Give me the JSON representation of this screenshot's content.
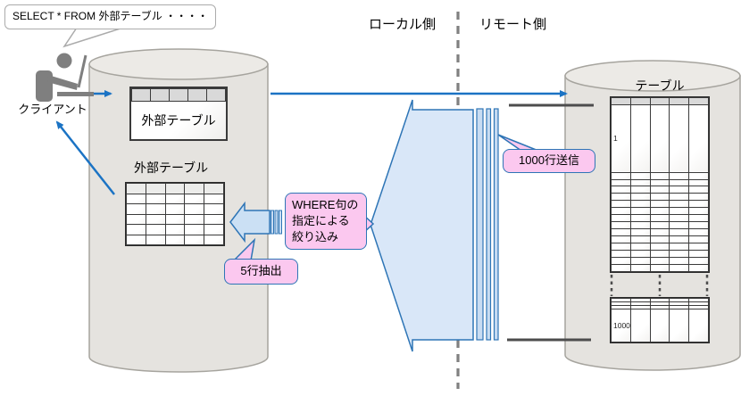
{
  "query_bubble": {
    "text": "SELECT * FROM 外部テーブル ・・・・"
  },
  "client": {
    "label": "クライアント"
  },
  "sides": {
    "local": "ローカル側",
    "remote": "リモート側"
  },
  "local_db": {
    "foreign_table_box": {
      "label": "外部テーブル"
    },
    "result_table": {
      "label": "外部テーブル"
    }
  },
  "remote_db": {
    "table_label": "テーブル"
  },
  "callouts": {
    "rows_sent": "1000行送信",
    "where_filter": "WHERE句の指定による絞り込み",
    "rows_extracted": "5行抽出"
  },
  "grids": {
    "foreign_header": {
      "columns": 5,
      "rows": 1,
      "header_rows": 1,
      "cells": {}
    },
    "local_result": {
      "columns": 5,
      "rows": 6,
      "header_rows": 1,
      "cells": {}
    },
    "remote_upper": {
      "columns": 5,
      "rows": 16,
      "header_rows": 1,
      "cells": {
        "1,0": "1"
      }
    },
    "remote_lower": {
      "columns": 5,
      "rows": 4,
      "header_rows": 0,
      "cells": {
        "3,0": "1000"
      }
    }
  },
  "icons": {
    "client": "client-user-at-laptop-icon"
  },
  "colors": {
    "arrow_blue": "#1B73C4",
    "shape_fill_blue": "#D9E7F8",
    "shape_stroke_blue": "#2E75B6",
    "callout_pink": "#FBC8EF",
    "cylinder_fill": "#E5E3DF",
    "cylinder_stroke": "#A6A49E",
    "divider_gray": "#808080",
    "range_line_dark": "#4D4D4D",
    "table_header_gray": "#D9D9D9"
  }
}
